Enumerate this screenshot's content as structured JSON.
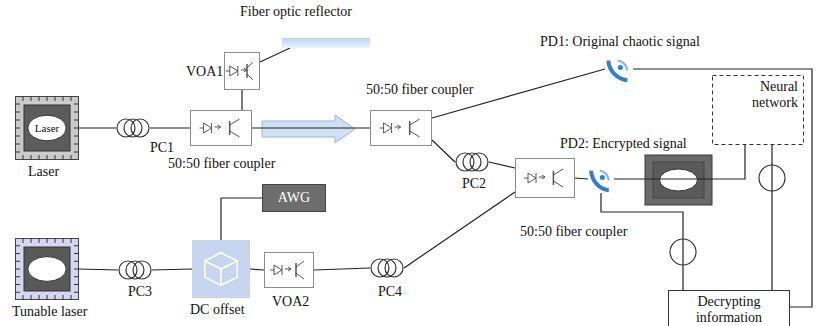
{
  "diagram": {
    "nodes": [
      {
        "text": [
          "Fiber optic reflector"
        ]
      },
      {
        "text": [
          "VOA1"
        ]
      },
      {
        "text": [
          "Laser",
          "Laser"
        ]
      },
      {
        "text": [
          "PC1"
        ]
      },
      {
        "text": [
          "50:50 fiber coupler"
        ]
      },
      {
        "text": [
          "50:50 fiber coupler"
        ]
      },
      {
        "text": [
          "PD1: Original chaotic signal"
        ]
      },
      {
        "text": [
          "PC2"
        ]
      },
      {
        "text": [
          "PD2: Encrypted signal"
        ]
      },
      {
        "text": [
          "Neural network"
        ]
      },
      {
        "text": [
          "50:50 fiber coupler"
        ]
      },
      {
        "text": [
          "AWG"
        ]
      },
      {
        "text": [
          "Tunable laser"
        ]
      },
      {
        "text": [
          "PC3"
        ]
      },
      {
        "text": [
          "DC offset"
        ]
      },
      {
        "text": [
          "VOA2"
        ]
      },
      {
        "text": [
          "PC4"
        ]
      },
      {
        "text": [
          "Decrypting information"
        ]
      }
    ],
    "edges": [
      {
        "from": 2,
        "to": 3,
        "arrow": "none"
      },
      {
        "from": 3,
        "to": 4,
        "arrow": "none"
      },
      {
        "from": 4,
        "to": 1,
        "arrow": "none"
      },
      {
        "from": 1,
        "to": 0,
        "arrow": "none"
      },
      {
        "from": 4,
        "to": 5,
        "arrow": "none"
      },
      {
        "from": 5,
        "to": 6,
        "arrow": "none"
      },
      {
        "from": 5,
        "to": 7,
        "arrow": "none"
      },
      {
        "from": 7,
        "to": 10,
        "arrow": "none"
      },
      {
        "from": 10,
        "to": 8,
        "arrow": "none"
      },
      {
        "from": 8,
        "to": 9,
        "arrow": "none"
      },
      {
        "from": 6,
        "to": 17,
        "arrow": "none"
      },
      {
        "from": 9,
        "to": 17,
        "arrow": "none"
      },
      {
        "from": 8,
        "to": 17,
        "arrow": "none"
      },
      {
        "from": 12,
        "to": 13,
        "arrow": "none"
      },
      {
        "from": 13,
        "to": 14,
        "arrow": "none"
      },
      {
        "from": 11,
        "to": 14,
        "arrow": "none"
      },
      {
        "from": 14,
        "to": 15,
        "arrow": "none"
      },
      {
        "from": 15,
        "to": 16,
        "arrow": "none"
      },
      {
        "from": 16,
        "to": 10,
        "arrow": "none"
      }
    ]
  }
}
